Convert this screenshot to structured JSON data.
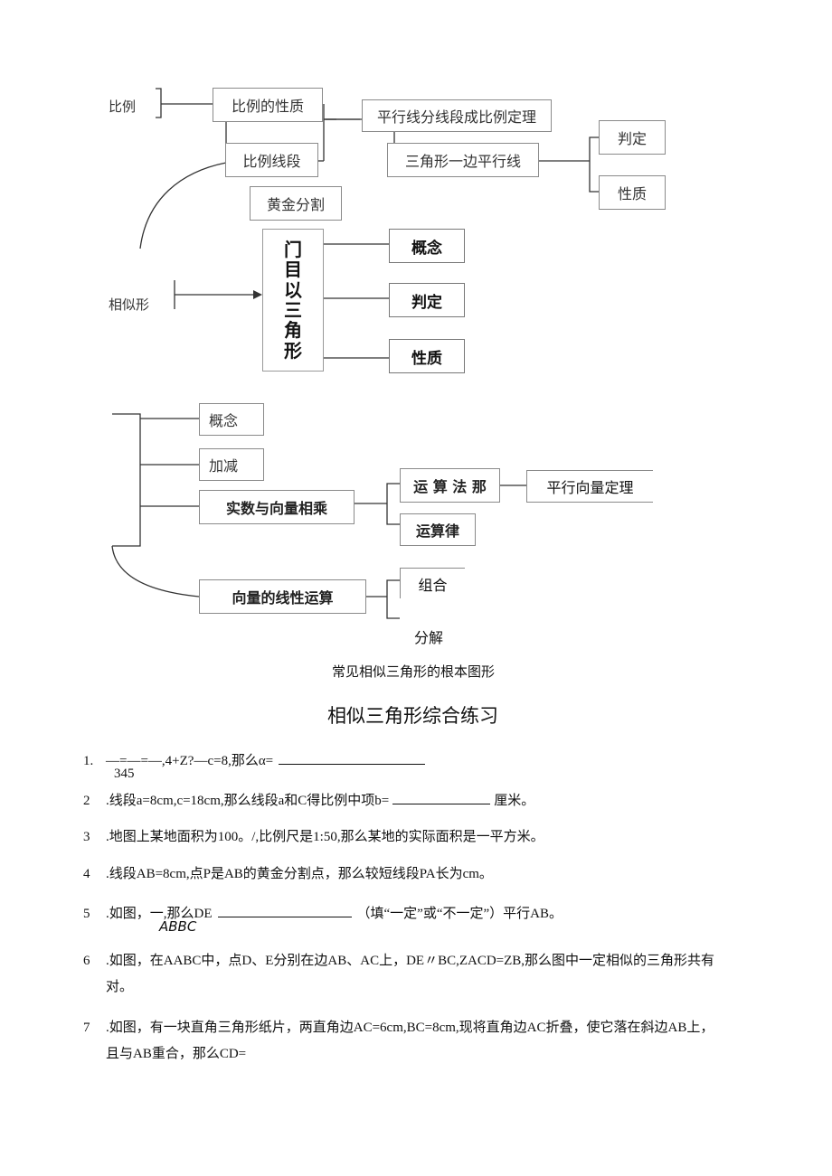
{
  "diagram1": {
    "ratio": "比例",
    "ratio_props": "比例的性质",
    "ratio_seg": "比例线段",
    "golden": "黄金分割",
    "parallel_thm": "平行线分线段成比例定理",
    "tri_parallel": "三角形一边平行线",
    "judge": "判定",
    "prop": "性质",
    "similar_shape": "相似形",
    "similar_tri_vertical": "门\n目\n以\n三\n角\n形",
    "concept": "概念",
    "judge2": "判定",
    "prop2": "性质"
  },
  "diagram2": {
    "concept": "概念",
    "addsub": "加减",
    "scalar_mult": "实数与向量相乘",
    "rules": "运 算 法 那",
    "parallel_vec": "平行向量定理",
    "laws": "运算律",
    "linear_ops": "向量的线性运算",
    "combine": "组合",
    "decompose": "分解"
  },
  "section_title": "常见相似三角形的根本图形",
  "worksheet_title": "相似三角形综合练习",
  "questions": [
    {
      "num": "1.",
      "text": "—=—=—,4+Z?—c=8,那么α=",
      "sub": "345"
    },
    {
      "num": "2",
      "text": ".线段a=8cm,c=18cm,那么线段a和C得比例中项b=",
      "after": "厘米。"
    },
    {
      "num": "3",
      "text": ".地图上某地面积为100。/,比例尺是1:50,那么某地的实际面积是一平方米。"
    },
    {
      "num": "4",
      "text": ".线段AB=8cm,点P是AB的黄金分割点，那么较短线段PA长为cm。"
    },
    {
      "num": "5",
      "text": ".如图，一,那么DE",
      "after": "（填“一定”或“不一定”）平行AB。",
      "sub": "ABBC"
    },
    {
      "num": "6",
      "text": ".如图，在AABC中，点D、E分别在边AB、AC上，DE〃BC,ZACD=ZB,那么图中一定相似的三角形共有",
      "cont": "对。"
    },
    {
      "num": "7",
      "text": ".如图，有一块直角三角形纸片，两直角边AC=6cm,BC=8cm,现将直角边AC折叠，使它落在斜边AB上，",
      "cont": "且与AB重合，那么CD="
    }
  ]
}
